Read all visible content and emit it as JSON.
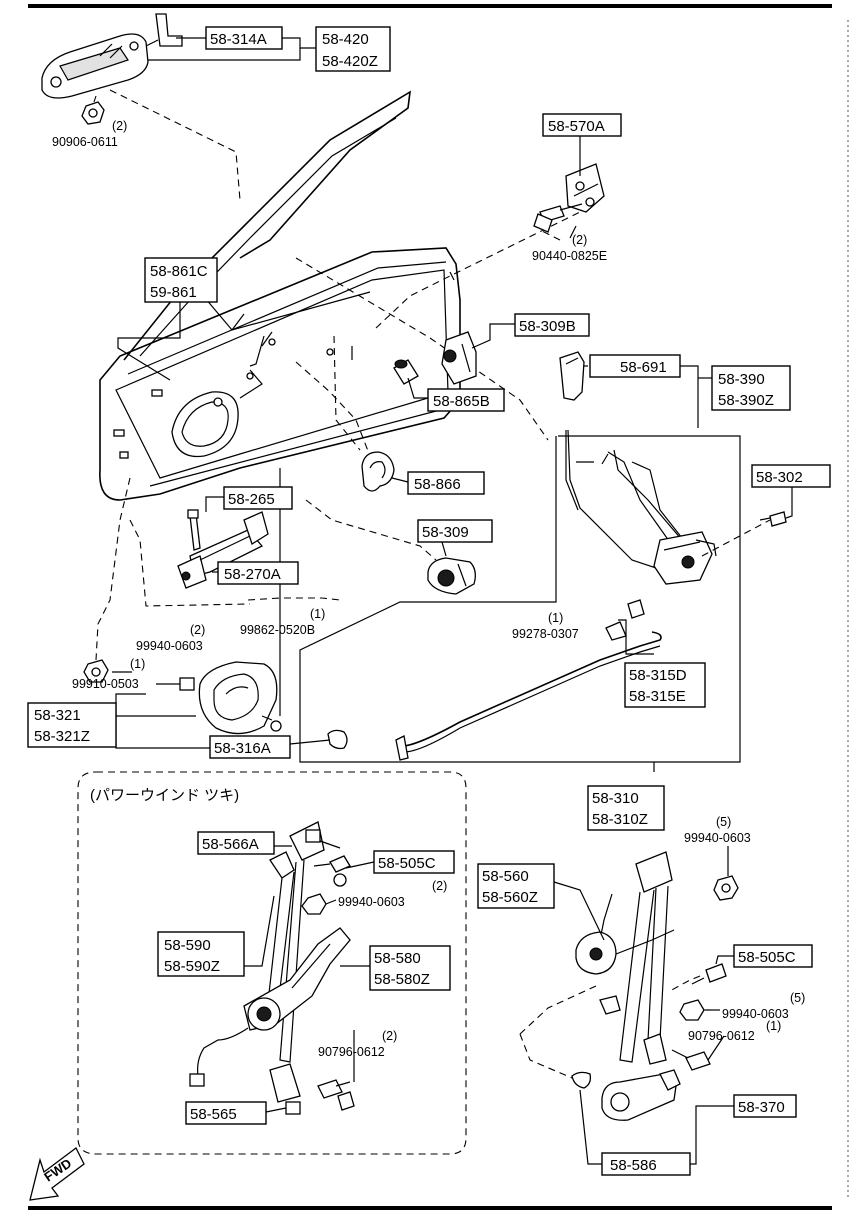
{
  "labels": {
    "p58_314A": "58-314A",
    "p58_420": "58-420",
    "p58_420Z": "58-420Z",
    "p90906": "90906-0611",
    "q90906": "(2)",
    "p58_570A": "58-570A",
    "p90440": "90440-0825E",
    "q90440": "(2)",
    "p58_861C": "58-861C",
    "p59_861": "59-861",
    "p58_309B": "58-309B",
    "p58_865B": "58-865B",
    "p58_691": "58-691",
    "p58_390": "58-390",
    "p58_390Z": "58-390Z",
    "p58_866": "58-866",
    "p58_302": "58-302",
    "p58_265": "58-265",
    "p58_309": "58-309",
    "p58_270A": "58-270A",
    "p99862": "99862-0520B",
    "q99862": "(1)",
    "p99940a": "99940-0603",
    "q99940a": "(2)",
    "p99910": "99910-0503",
    "q99910": "(1)",
    "p99278": "99278-0307",
    "q99278": "(1)",
    "p58_315D": "58-315D",
    "p58_315E": "58-315E",
    "p58_321": "58-321",
    "p58_321Z": "58-321Z",
    "p58_316A": "58-316A",
    "p58_310": "58-310",
    "p58_310Z": "58-310Z",
    "power_window": "(パワーウインド  ツキ)",
    "p58_566A": "58-566A",
    "p58_505C_l": "58-505C",
    "p99940b": "99940-0603",
    "q99940b": "(2)",
    "p58_590": "58-590",
    "p58_590Z": "58-590Z",
    "p58_580": "58-580",
    "p58_580Z": "58-580Z",
    "p90796_l": "90796-0612",
    "q90796_l": "(2)",
    "p58_565": "58-565",
    "p99940c": "99940-0603",
    "q99940c": "(5)",
    "p58_560": "58-560",
    "p58_560Z": "58-560Z",
    "p58_505C_r": "58-505C",
    "p99940d": "99940-0603",
    "q99940d": "(5)",
    "p90796_r": "90796-0612",
    "q90796_r": "(1)",
    "p58_370": "58-370",
    "p58_586": "58-586",
    "fwd": "FWD"
  }
}
